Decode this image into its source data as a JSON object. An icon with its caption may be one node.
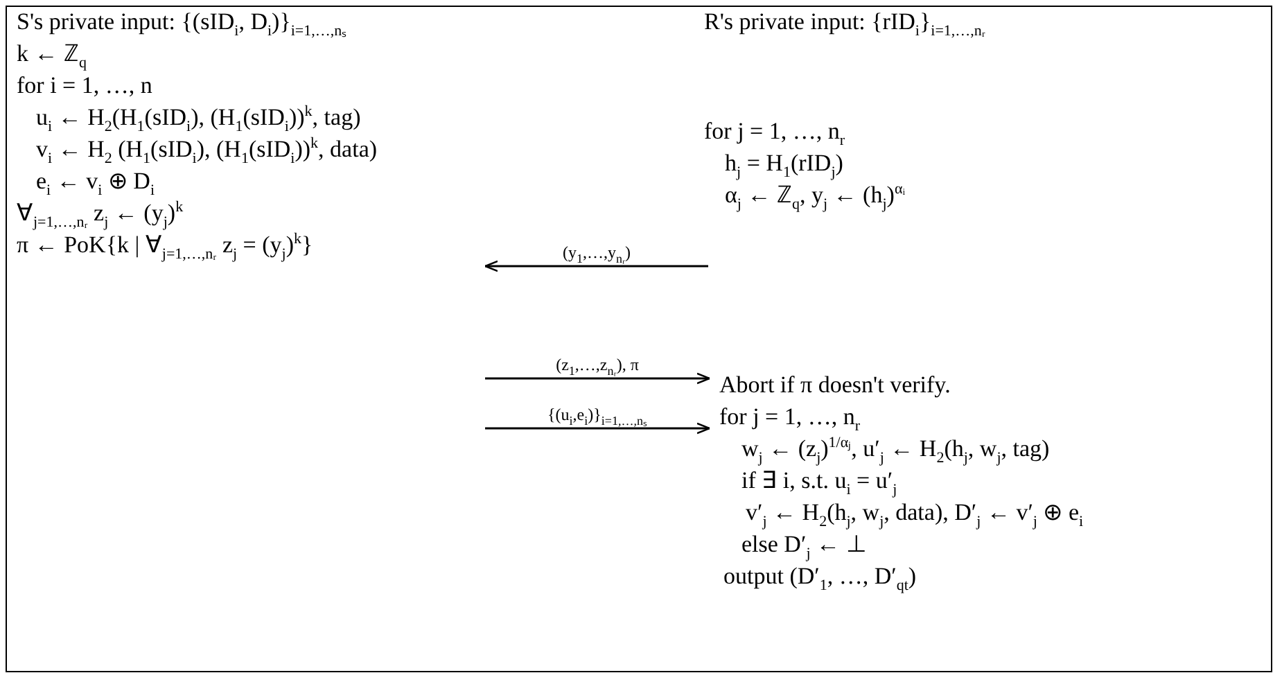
{
  "diagram": {
    "nodes": [
      {
        "text": [
          "S's private input: {(sID$_{i}$, D$_{i}$)}$_{i=1,…,nₛ}$",
          "k ← ℤ$_{q}$",
          "for i = 1, …, n",
          "u$_{i}$ ← H$_{2}$(H$_{1}$(sID$_{i}$), (H$_{1}$(sID$_{i}$))$^{k}$, tag)",
          "v$_{i}$ ← H$_{2}$ (H$_{1}$(sID$_{i}$), (H$_{1}$(sID$_{i}$))$^{k}$, data)",
          "e$_{i}$ ← v$_{i}$ ⊕ D$_{i}$",
          "∀$_{j=1,…,nᵣ}$ z$_{j}$ ← (y$_{j}$)$^{k}$",
          "π ← PoK{k | ∀$_{j=1,…,nᵣ}$ z$_{j}$ = (y$_{j}$)$^{k}$}"
        ]
      },
      {
        "text": [
          "R's private input: {rID$_{i}$}$_{i=1,…,nᵣ}$",
          "for j = 1, …, n$_{r}$",
          "h$_{j}$ = H$_{1}$(rID$_{j}$)",
          "α$_{j}$ ← ℤ$_{q}$, y$_{j}$ ← (h$_{j}$)$^{αᵢ}$"
        ]
      },
      {
        "text": [
          "Abort if π doesn't verify.",
          "for j = 1, …, n$_{r}$",
          "w$_{j}$ ← (z$_{j}$)$^{1/αⱼ}$, u′$_{j}$ ← H$_{2}$(h$_{j}$, w$_{j}$, tag)",
          "if ∃ i, s.t. u$_{i}$ = u′$_{j}$",
          "v′$_{j}$ ← H$_{2}$(h$_{j}$, w$_{j}$, data), D′$_{j}$ ← v′$_{j}$ ⊕ e$_{i}$",
          "else D′$_{j}$ ← ⊥",
          "output (D′$_{1}$, …, D′$_{qt}$)"
        ]
      }
    ],
    "edges": [
      {
        "from": 1,
        "to": 0,
        "arrow": "to",
        "label": "(y$_{1}$,…,y$_{nᵣ}$)"
      },
      {
        "from": null,
        "to": 2,
        "arrow": "to",
        "label": "(z$_{1}$,…,z$_{nᵣ}$), π"
      },
      {
        "from": null,
        "to": 2,
        "arrow": "to",
        "label": "{(u$_{i}$,e$_{i}$)}$_{i=1,…,nₛ}$"
      }
    ]
  }
}
